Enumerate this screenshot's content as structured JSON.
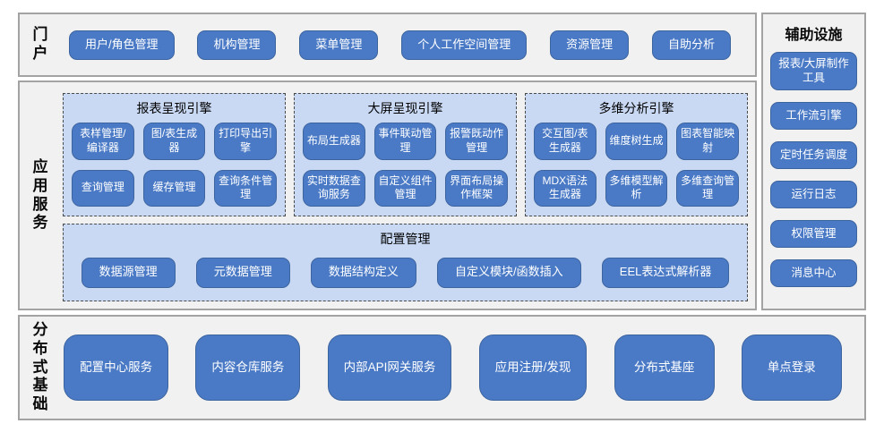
{
  "colors": {
    "button_fill": "#4a7ac6",
    "button_border": "#3c649f",
    "panel_fill": "#c9d9f4",
    "panel_border": "#4a4a4a",
    "section_fill": "#f1f1f1",
    "section_border": "#a3a3a3",
    "button_text": "#ffffff",
    "label_text": "#0a0a0a"
  },
  "portal": {
    "label": "门户",
    "buttons": [
      "用户/角色管理",
      "机构管理",
      "菜单管理",
      "个人工作空间管理",
      "资源管理",
      "自助分析"
    ]
  },
  "app_services": {
    "label": "应用服务",
    "engines": [
      {
        "title": "报表呈现引擎",
        "rows": [
          [
            "表样管理/编译器",
            "图/表生成器",
            "打印导出引擎"
          ],
          [
            "查询管理",
            "缓存管理",
            "查询条件管理"
          ]
        ]
      },
      {
        "title": "大屏呈现引擎",
        "rows": [
          [
            "布局生成器",
            "事件联动管理",
            "报警既动作管理"
          ],
          [
            "实时数据查询服务",
            "自定义组件管理",
            "界面布局操作框架"
          ]
        ]
      },
      {
        "title": "多维分析引擎",
        "rows": [
          [
            "交互图/表生成器",
            "维度树生成",
            "图表智能映射"
          ],
          [
            "MDX语法生成器",
            "多维模型解析",
            "多维查询管理"
          ]
        ]
      }
    ],
    "config_panel": {
      "title": "配置管理",
      "buttons": [
        "数据源管理",
        "元数据管理",
        "数据结构定义",
        "自定义模块/函数插入",
        "EEL表达式解析器"
      ]
    }
  },
  "distributed_base": {
    "label": "分布式基础",
    "buttons": [
      "配置中心服务",
      "内容仓库服务",
      "内部API网关服务",
      "应用注册/发现",
      "分布式基座",
      "单点登录"
    ]
  },
  "auxiliary": {
    "title": "辅助设施",
    "buttons": [
      "报表/大屏制作工具",
      "工作流引擎",
      "定时任务调度",
      "运行日志",
      "权限管理",
      "消息中心"
    ]
  }
}
